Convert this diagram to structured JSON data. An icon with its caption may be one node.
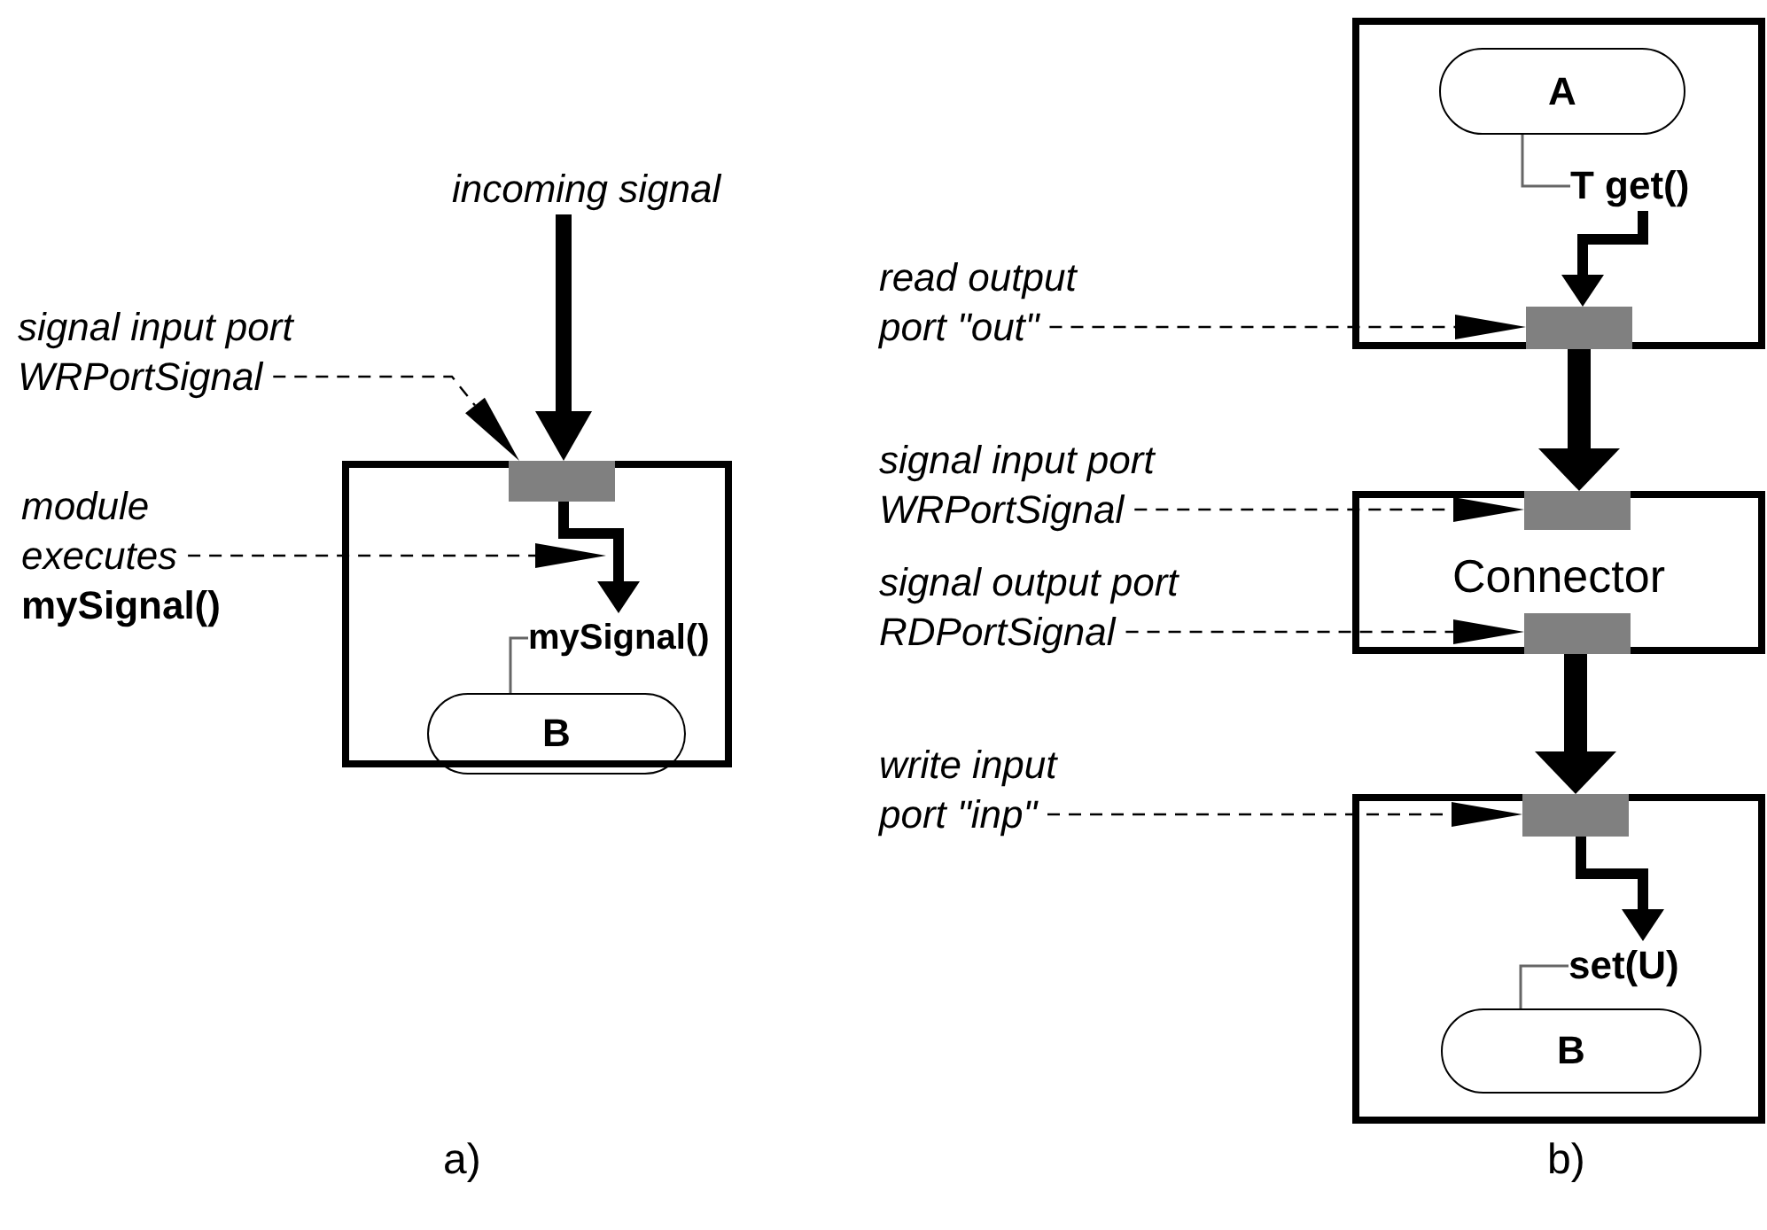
{
  "diagram": {
    "nodes": [
      {
        "text": [],
        "shape": "box"
      },
      {
        "text": [],
        "shape": "bar",
        "in": 0
      },
      {
        "text": [
          "B"
        ],
        "in": 0
      },
      {
        "text": [
          "incoming signal"
        ]
      },
      {
        "text": [
          "signal input port WRPortSignal"
        ]
      },
      {
        "text": [
          "module executes",
          "mySignal()"
        ]
      },
      {
        "text": [
          "mySignal()"
        ],
        "in": 0
      },
      {
        "text": [],
        "shape": "box"
      },
      {
        "text": [
          "A"
        ],
        "in": 7
      },
      {
        "text": [
          "T get()"
        ],
        "in": 7
      },
      {
        "text": [],
        "shape": "bar",
        "in": 7
      },
      {
        "text": [
          "Connector"
        ]
      },
      {
        "text": [],
        "shape": "bar",
        "in": 11
      },
      {
        "text": [],
        "shape": "bar",
        "in": 11
      },
      {
        "text": [],
        "shape": "box"
      },
      {
        "text": [],
        "shape": "bar",
        "in": 14
      },
      {
        "text": [
          "set(U)"
        ],
        "in": 14
      },
      {
        "text": [
          "B"
        ],
        "in": 14
      },
      {
        "text": [
          "read output port \"out\""
        ]
      },
      {
        "text": [
          "signal input port WRPortSignal"
        ]
      },
      {
        "text": [
          "signal output port RDPortSignal"
        ]
      },
      {
        "text": [
          "write input port \"inp\""
        ]
      }
    ],
    "edges": [
      {
        "from": 3,
        "to": 1,
        "arrow": "to",
        "style": "thick"
      },
      {
        "from": 4,
        "to": 1,
        "arrow": "to",
        "style": "dashed"
      },
      {
        "from": 1,
        "to": 6,
        "arrow": "to",
        "style": "thick"
      },
      {
        "from": 5,
        "to": null,
        "arrow": "to",
        "style": "dashed"
      },
      {
        "from": 6,
        "to": 2,
        "arrow": "none",
        "color": "#666666"
      },
      {
        "from": 8,
        "to": 9,
        "arrow": "none",
        "color": "#666666"
      },
      {
        "from": 9,
        "to": 10,
        "arrow": "to",
        "style": "thick"
      },
      {
        "from": 18,
        "to": 10,
        "arrow": "to",
        "style": "dashed"
      },
      {
        "from": 10,
        "to": 12,
        "arrow": "to",
        "style": "thick"
      },
      {
        "from": 19,
        "to": 12,
        "arrow": "to",
        "style": "dashed"
      },
      {
        "from": 20,
        "to": 13,
        "arrow": "to",
        "style": "dashed"
      },
      {
        "from": 13,
        "to": 15,
        "arrow": "to",
        "style": "thick"
      },
      {
        "from": 21,
        "to": 15,
        "arrow": "to",
        "style": "dashed"
      },
      {
        "from": 15,
        "to": 16,
        "arrow": "to",
        "style": "thick"
      },
      {
        "from": 16,
        "to": 17,
        "arrow": "none",
        "color": "#666666"
      }
    ],
    "labels": [
      "a)",
      "b)"
    ]
  }
}
